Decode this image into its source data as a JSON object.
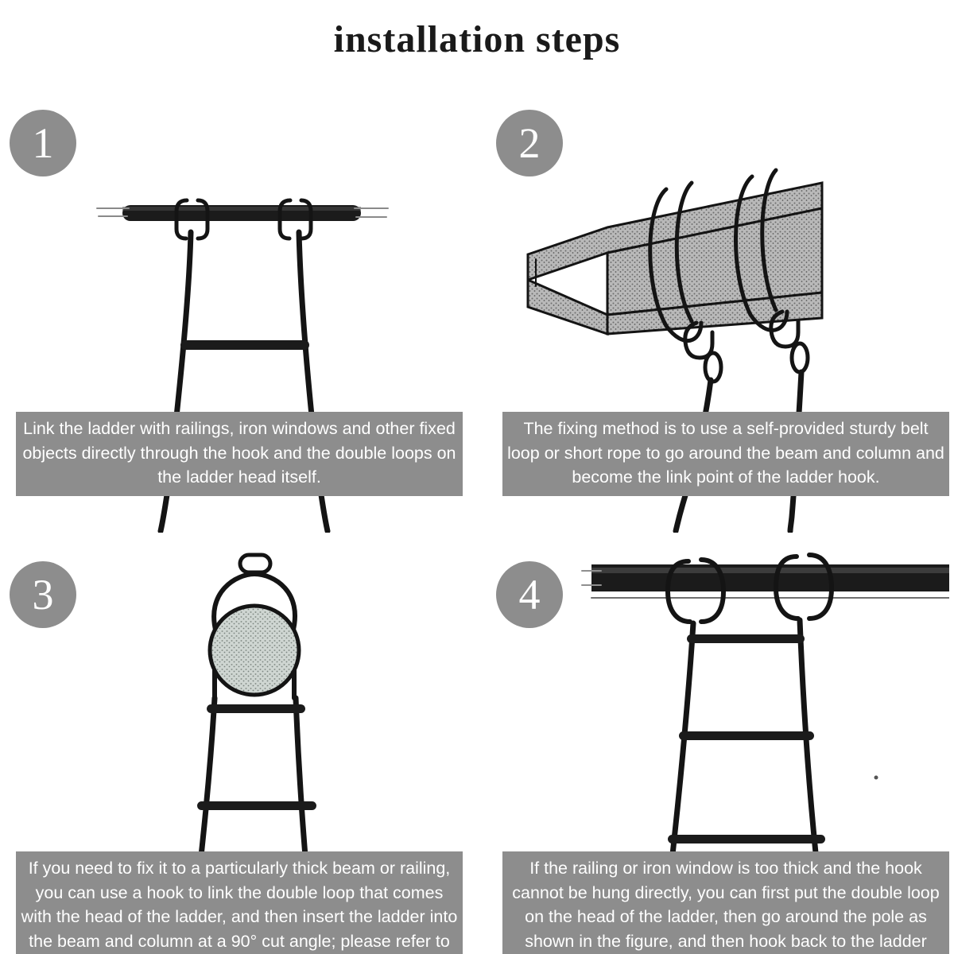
{
  "title": "installation steps",
  "colors": {
    "badge_bg": "#8d8d8d",
    "caption_bg": "#8d8d8d",
    "caption_text": "#ffffff",
    "ink": "#111111",
    "page_bg": "#ffffff"
  },
  "panels": [
    {
      "number": "1",
      "caption": "Link the ladder with railings, iron windows and other fixed objects directly through the hook and the double loops on the ladder head itself.",
      "art_name": "ladder-hooked-on-horizontal-rail-illustration"
    },
    {
      "number": "2",
      "caption": "The fixing method is to use a self-provided sturdy belt  loop or short rope to go around the beam and column and become the link point of the ladder hook.",
      "art_name": "ladder-hooks-on-strap-around-i-beam-illustration"
    },
    {
      "number": "3",
      "caption": "If you need to fix it to a particularly thick beam or railing, you can use a hook to link the double loop that comes with the head of the ladder, and then insert the ladder into the beam and column at a 90° cut angle; please refer to the figure for details.",
      "art_name": "ladder-double-loop-around-thick-round-beam-illustration"
    },
    {
      "number": "4",
      "caption": "If the railing or iron window is too thick and the hook cannot be hung directly, you can first put the double loop on the head of the ladder, then go around the pole as shown in the figure, and then hook back to the ladder rope.",
      "art_name": "ladder-loop-wrapped-around-thick-pole-illustration"
    }
  ]
}
